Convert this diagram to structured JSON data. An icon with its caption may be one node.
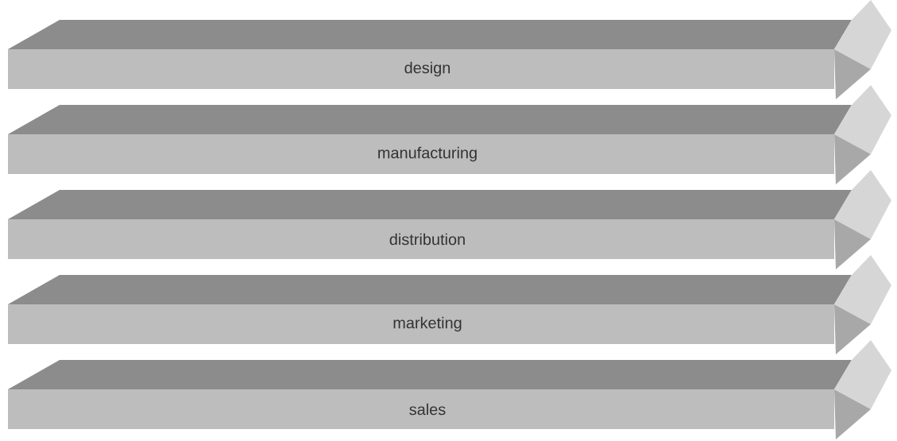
{
  "diagram": {
    "nodes": [
      {
        "text": [
          "design"
        ]
      },
      {
        "text": [
          "manufacturing"
        ]
      },
      {
        "text": [
          "distribution"
        ]
      },
      {
        "text": [
          "marketing"
        ]
      },
      {
        "text": [
          "sales"
        ]
      }
    ]
  }
}
